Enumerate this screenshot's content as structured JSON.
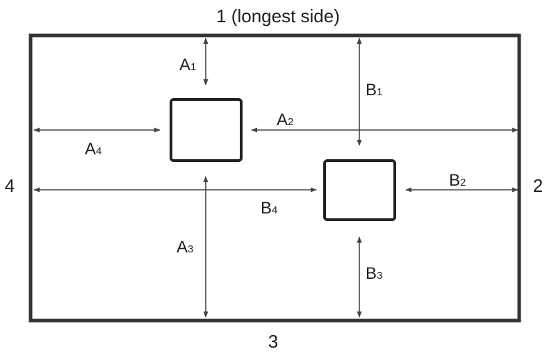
{
  "sides": {
    "top": "1 (longest side)",
    "right": "2",
    "bottom": "3",
    "left": "4"
  },
  "dimensions": {
    "A1": {
      "letter": "A",
      "sub": "1"
    },
    "A2": {
      "letter": "A",
      "sub": "2"
    },
    "A3": {
      "letter": "A",
      "sub": "3"
    },
    "A4": {
      "letter": "A",
      "sub": "4"
    },
    "B1": {
      "letter": "B",
      "sub": "1"
    },
    "B2": {
      "letter": "B",
      "sub": "2"
    },
    "B3": {
      "letter": "B",
      "sub": "3"
    },
    "B4": {
      "letter": "B",
      "sub": "4"
    }
  }
}
